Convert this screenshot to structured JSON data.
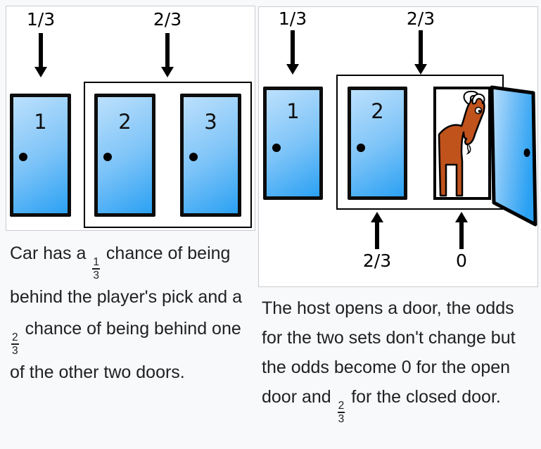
{
  "colors": {
    "background": "#f8f9fa",
    "panel_border": "#c8ccd1",
    "door_blue_light": "#bce0fc",
    "door_blue_dark": "#2ba1f3",
    "goat_body": "#c0521c",
    "text": "#202122"
  },
  "left_panel": {
    "prob_door1": "1/3",
    "prob_set": "2/3",
    "doors": [
      {
        "number": "1"
      },
      {
        "number": "2"
      },
      {
        "number": "3"
      }
    ],
    "caption": [
      {
        "t": "Car has a "
      },
      {
        "f": [
          "1",
          "3"
        ]
      },
      {
        "t": " chance of being behind the player's pick and a "
      },
      {
        "f": [
          "2",
          "3"
        ]
      },
      {
        "t": " chance of being behind one of the other two doors."
      }
    ]
  },
  "right_panel": {
    "prob_door1": "1/3",
    "prob_set": "2/3",
    "prob_closed_door": "2/3",
    "prob_open_door": "0",
    "doors": [
      {
        "number": "1"
      },
      {
        "number": "2"
      }
    ],
    "goat_icon": "goat-icon",
    "caption": [
      {
        "t": "The host opens a door, the odds for the two sets don't change but the odds become 0 for the open door and "
      },
      {
        "f": [
          "2",
          "3"
        ]
      },
      {
        "t": " for the closed door."
      }
    ]
  }
}
